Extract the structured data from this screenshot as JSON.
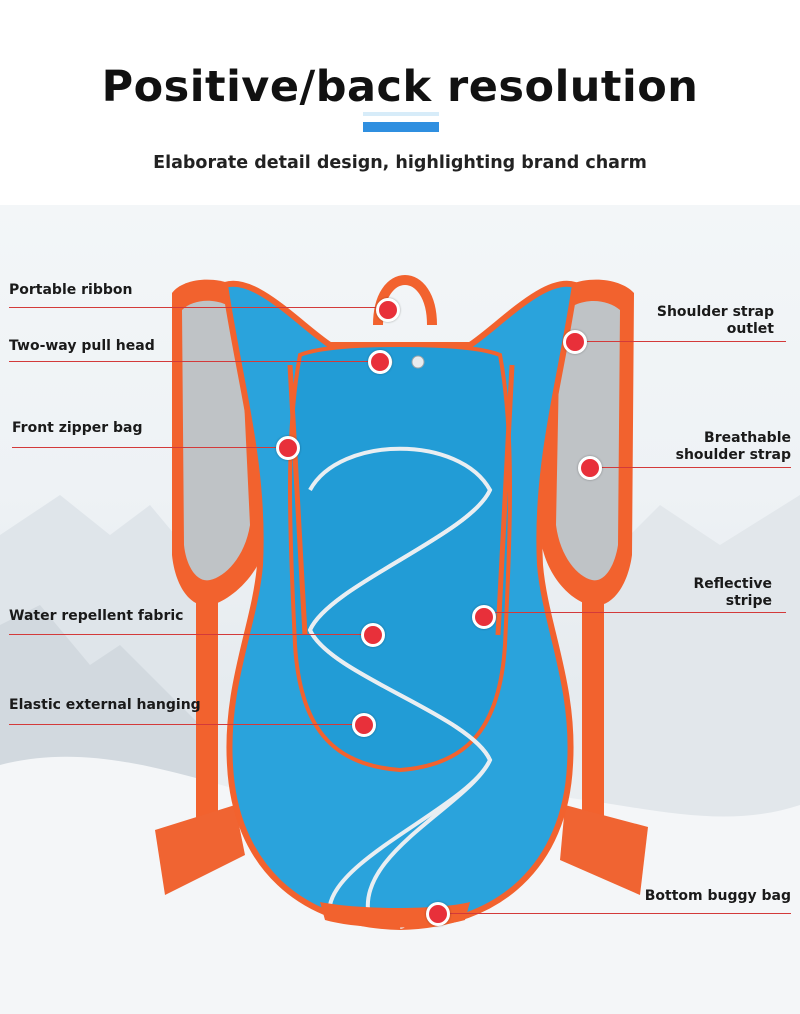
{
  "header": {
    "title": "Positive/back resolution",
    "subtitle": "Elaborate detail design, highlighting brand charm",
    "accent_color": "#2f8fe0"
  },
  "callouts": {
    "left": [
      {
        "label": "Portable ribbon"
      },
      {
        "label": "Two-way pull head"
      },
      {
        "label": "Front zipper bag"
      },
      {
        "label": "Water repellent fabric"
      },
      {
        "label": "Elastic external hanging"
      }
    ],
    "right": [
      {
        "label_line1": "Shoulder strap",
        "label_line2": "outlet"
      },
      {
        "label_line1": "Breathable",
        "label_line2": "shoulder strap"
      },
      {
        "label_line1": "Reflective",
        "label_line2": "stripe"
      },
      {
        "label_line1": "Bottom buggy bag",
        "label_line2": ""
      }
    ]
  },
  "colors": {
    "backpack_body": "#2aa3dc",
    "trim": "#f2622e",
    "mesh": "#bfc3c6",
    "marker": "#e8303a",
    "leader_line": "#d33a3a"
  }
}
